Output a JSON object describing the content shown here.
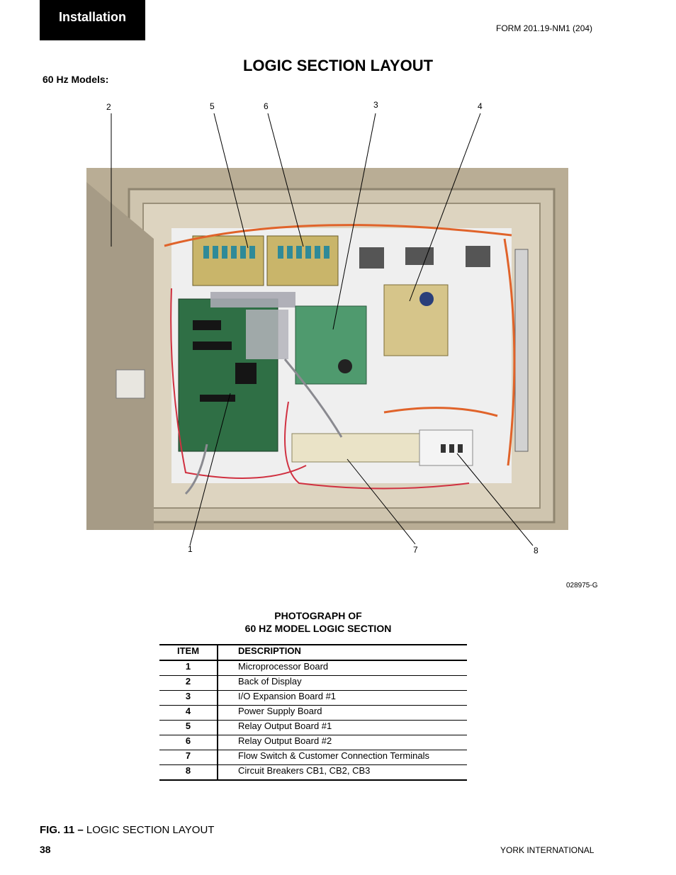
{
  "header": {
    "section_tab": "Installation",
    "form_number": "FORM 201.19-NM1 (204)"
  },
  "title": "LOGIC SECTION LAYOUT",
  "models_label": "60 Hz Models:",
  "callouts": [
    "1",
    "2",
    "3",
    "4",
    "5",
    "6",
    "7",
    "8"
  ],
  "photo_code": "028975-G",
  "caption": {
    "line1": "PHOTOGRAPH OF",
    "line2": "60 HZ MODEL LOGIC SECTION"
  },
  "table": {
    "headers": [
      "ITEM",
      "DESCRIPTION"
    ],
    "rows": [
      {
        "item": "1",
        "description": "Microprocessor Board"
      },
      {
        "item": "2",
        "description": "Back of Display"
      },
      {
        "item": "3",
        "description": "I/O Expansion Board #1"
      },
      {
        "item": "4",
        "description": "Power Supply Board"
      },
      {
        "item": "5",
        "description": "Relay Output Board #1"
      },
      {
        "item": "6",
        "description": "Relay Output Board #2"
      },
      {
        "item": "7",
        "description": "Flow Switch & Customer Connection Terminals"
      },
      {
        "item": "8",
        "description": "Circuit Breakers CB1, CB2, CB3"
      }
    ]
  },
  "footer": {
    "fig_label": "FIG. 11 –",
    "fig_title": "LOGIC SECTION LAYOUT",
    "page_number": "38",
    "company": "YORK INTERNATIONAL"
  }
}
